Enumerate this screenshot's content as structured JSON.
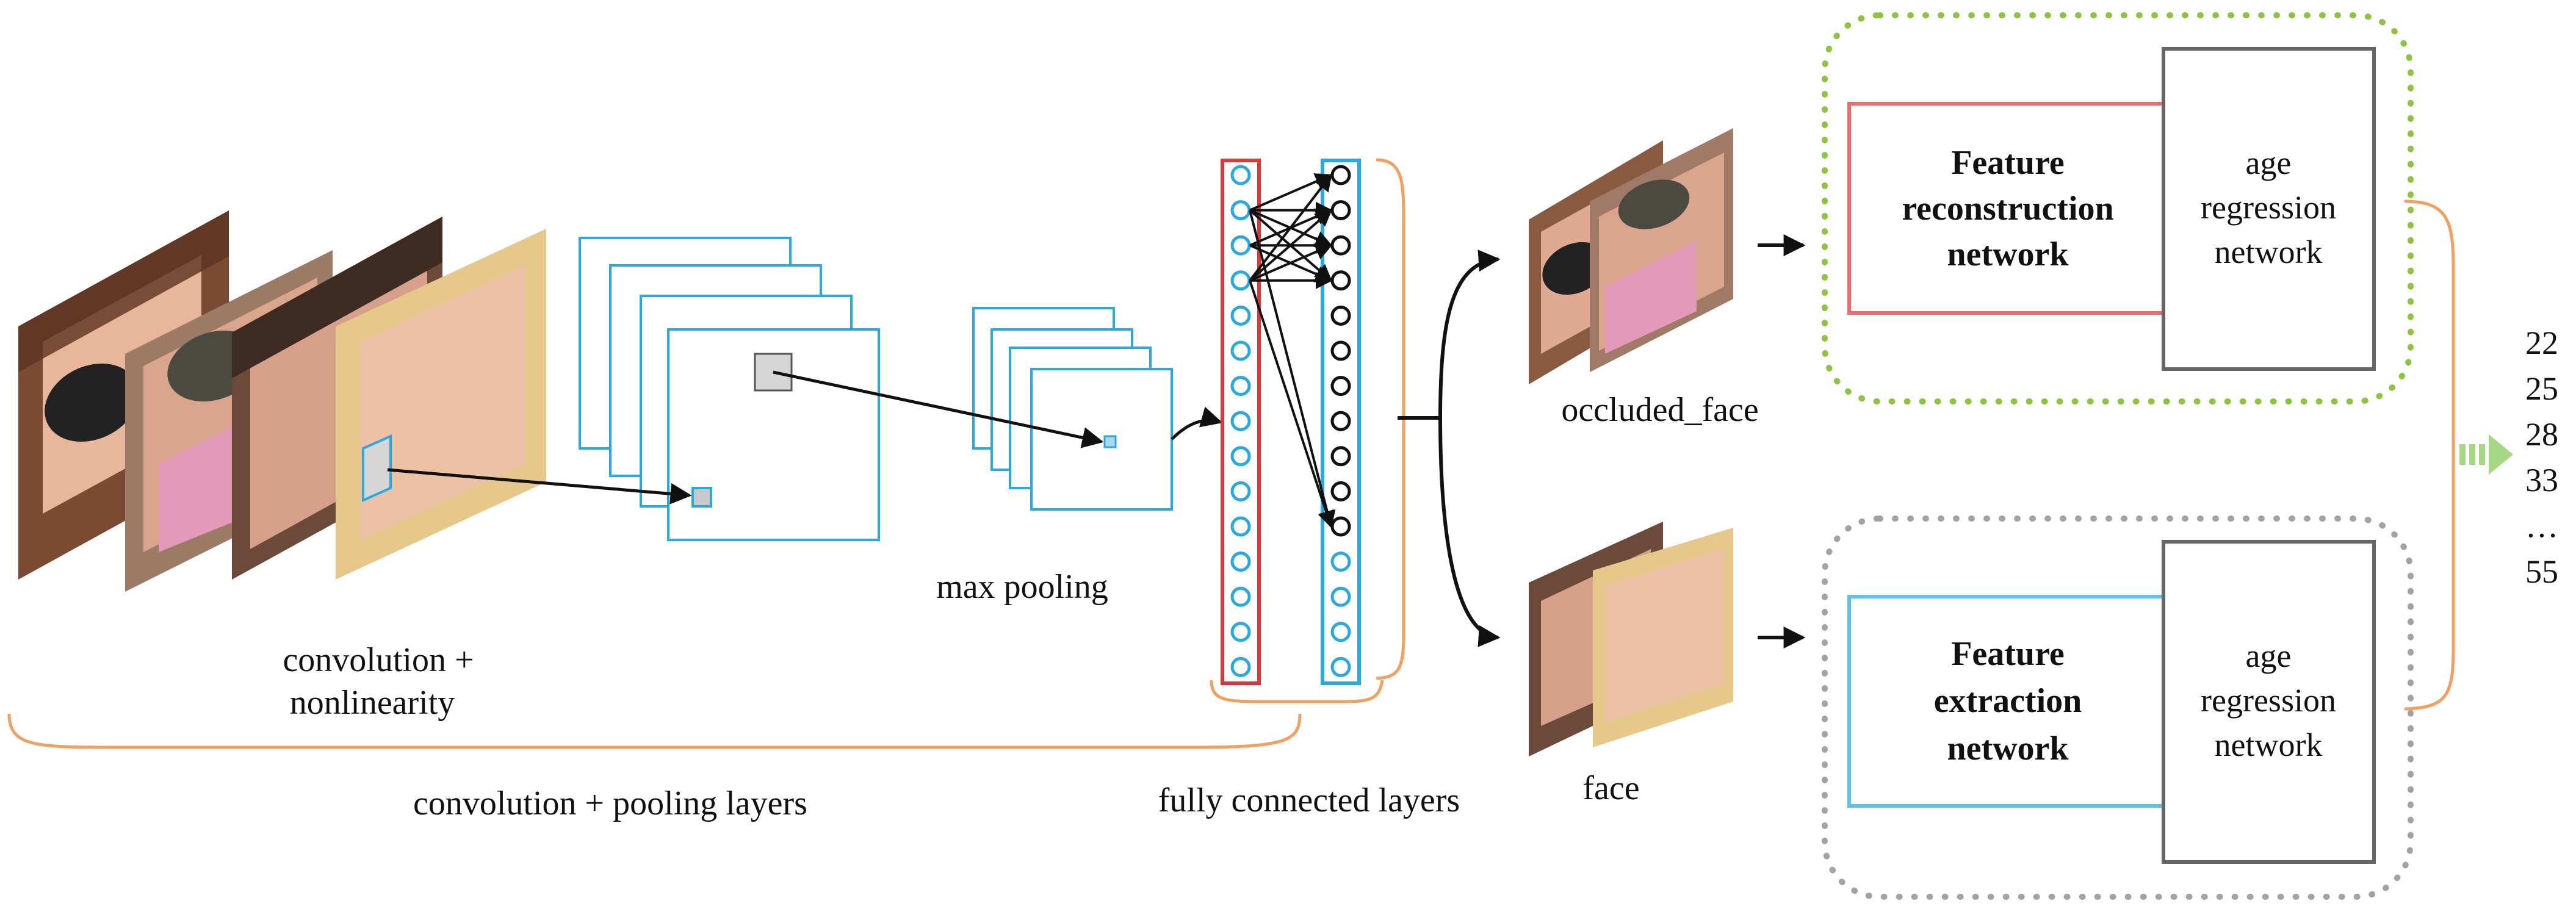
{
  "labels": {
    "convolution_line1": "convolution +",
    "convolution_line2": "nonlinearity",
    "max_pooling": "max pooling",
    "conv_pool_layers": "convolution + pooling layers",
    "fully_connected": "fully connected layers",
    "occluded_face": "occluded_face",
    "face": "face"
  },
  "networks": {
    "reconstruction": {
      "line1": "Feature",
      "line2": "reconstruction",
      "line3": "network"
    },
    "extraction": {
      "line1": "Feature",
      "line2": "extraction",
      "line3": "network"
    },
    "age_top": {
      "line1": "age",
      "line2": "regression",
      "line3": "network"
    },
    "age_bottom": {
      "line1": "age",
      "line2": "regression",
      "line3": "network"
    }
  },
  "ages": [
    "22",
    "25",
    "28",
    "33",
    "…",
    "55"
  ],
  "colors": {
    "feature_map_blue": "#29a9e0",
    "fc_red": "#d9393b",
    "reconstruction_red": "#ef6b6e",
    "extraction_blue": "#5cc2ea",
    "brace_orange": "#f0a060",
    "green_dots": "#8cc63e",
    "gray_dots": "#a3a3a3",
    "box_gray": "#666666",
    "output_arrow_green": "#a6d785"
  }
}
